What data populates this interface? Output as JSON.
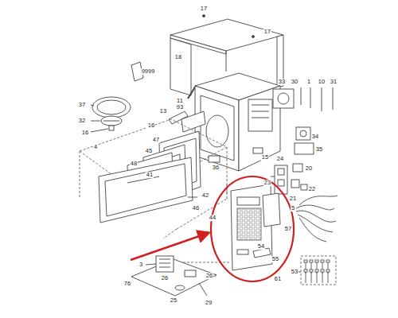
{
  "diagram": {
    "labels": [
      "17",
      "17",
      "18",
      "9999",
      "11",
      "33",
      "30",
      "1",
      "10",
      "31",
      "37",
      "32",
      "16",
      "4",
      "13",
      "93",
      "16",
      "47",
      "45",
      "48",
      "41",
      "36",
      "15",
      "24",
      "34",
      "35",
      "23",
      "20",
      "21",
      "22",
      "42",
      "46",
      "44",
      "5",
      "57",
      "54",
      "55",
      "61",
      "53",
      "3",
      "76",
      "26",
      "26",
      "25",
      "29"
    ]
  }
}
